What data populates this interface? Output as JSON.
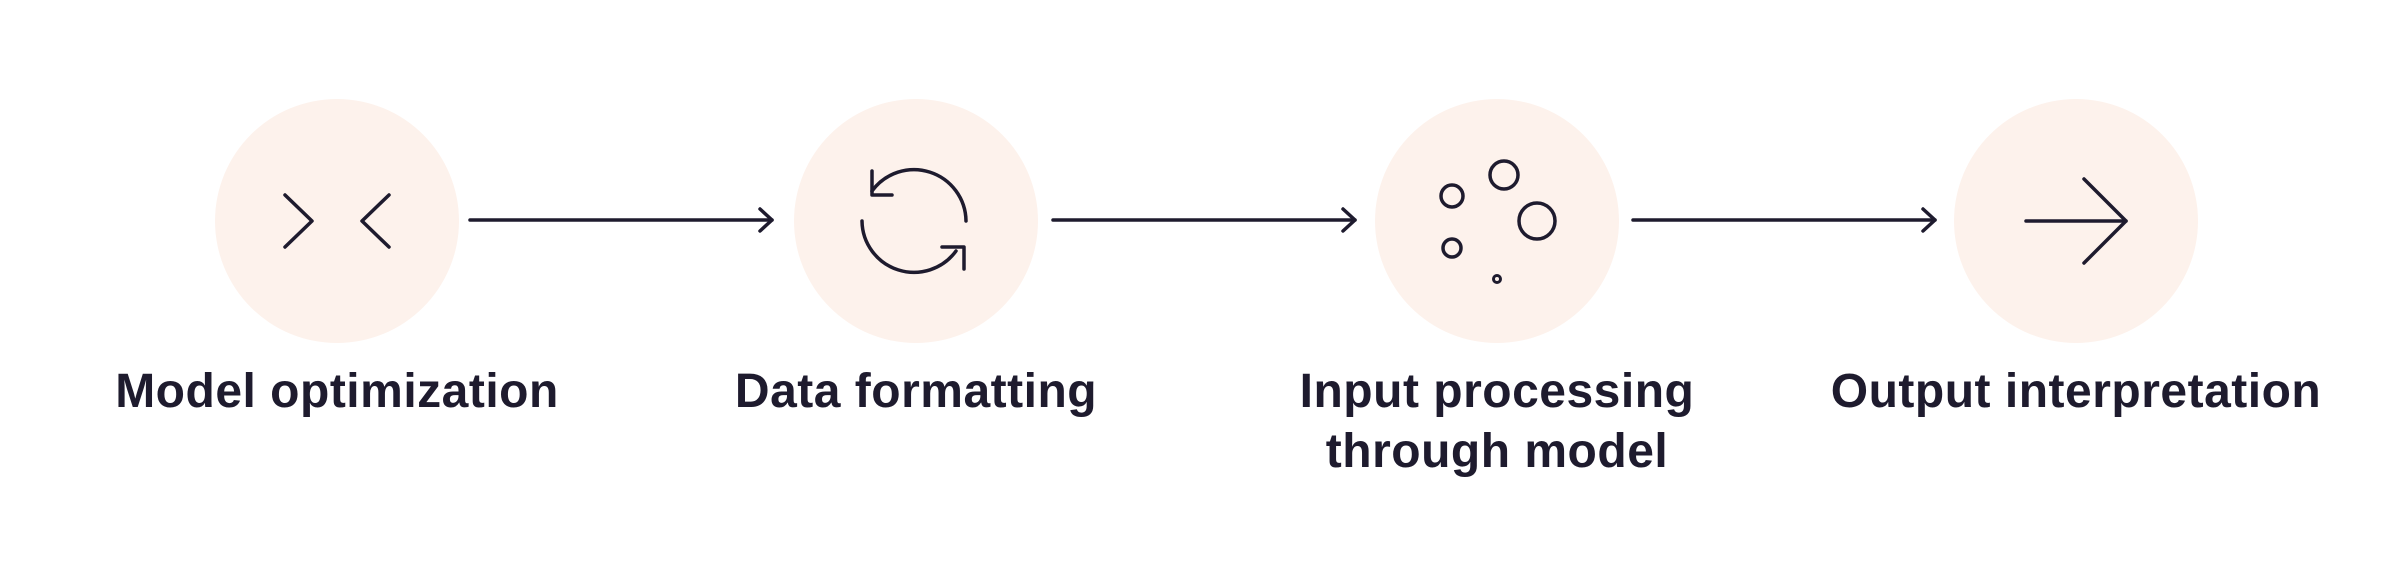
{
  "colors": {
    "circle_fill": "#fdf2ec",
    "stroke": "#1e1b2e",
    "label_text": "#1e1b2e"
  },
  "steps": [
    {
      "label": "Model optimization",
      "icon": "collapse-arrows-icon"
    },
    {
      "label": "Data formatting",
      "icon": "refresh-cycle-icon"
    },
    {
      "label": "Input processing through model",
      "icon": "bubbles-icon"
    },
    {
      "label": "Output interpretation",
      "icon": "arrow-right-icon"
    }
  ]
}
